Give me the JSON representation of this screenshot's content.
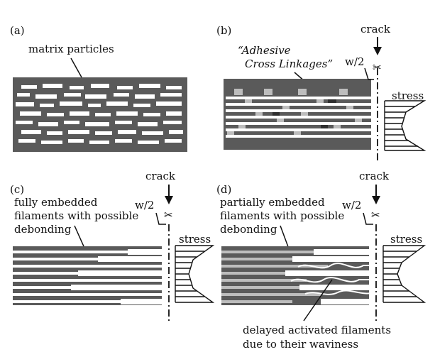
{
  "panels": {
    "a": {
      "label": "(a)",
      "annotation": "matrix particles"
    },
    "b": {
      "label": "(b)",
      "annotation_line1": "“Adhesive",
      "annotation_line2": "Cross Linkages”",
      "crack": "crack",
      "half_width": "w/2",
      "stress": "stress"
    },
    "c": {
      "label": "(c)",
      "annotation_line1": "fully embedded",
      "annotation_line2": "filaments with possible",
      "annotation_line3": "debonding",
      "crack": "crack",
      "half_width": "w/2",
      "stress": "stress"
    },
    "d": {
      "label": "(d)",
      "annotation_line1": "partially embedded",
      "annotation_line2": "filaments with possible",
      "annotation_line3": "debonding",
      "bottom_line1": "delayed activated filaments",
      "bottom_line2": "due to their waviness",
      "crack": "crack",
      "half_width": "w/2",
      "stress": "stress"
    }
  },
  "colors": {
    "matrix": "#5a5a5a",
    "filament": "#ffffff",
    "crosslink": "#bdbdbd",
    "line": "#111111"
  },
  "icons": {
    "cut": "scissors-icon",
    "arrow": "down-arrow-icon"
  }
}
